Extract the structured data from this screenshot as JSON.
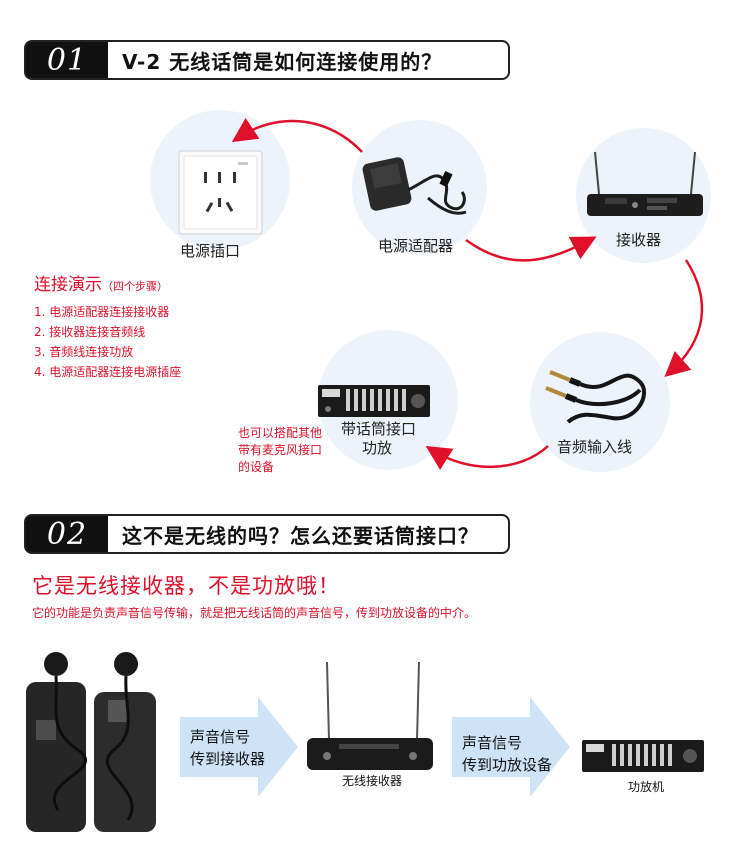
{
  "section1": {
    "number": "01",
    "title": "V-2 无线话筒是如何连接使用的？"
  },
  "nodes": {
    "outlet": "电源插口",
    "adapter": "电源适配器",
    "receiver": "接收器",
    "audio_cable": "音频输入线",
    "amplifier_line1": "带话筒接口",
    "amplifier_line2": "功放"
  },
  "demo": {
    "title": "连接演示",
    "subtitle": "（四个步骤）",
    "steps": [
      "1. 电源适配器连接接收器",
      "2. 接收器连接音频线",
      "3. 音频线连接功放",
      "4. 电源适配器连接电源插座"
    ]
  },
  "note": {
    "lines": [
      "也可以搭配其他",
      "带有麦克风接口",
      "的设备"
    ]
  },
  "section2": {
    "number": "02",
    "title": "这不是无线的吗？怎么还要话筒接口？"
  },
  "answer": {
    "headline": "它是无线接收器，不是功放哦！",
    "detail": "它的功能是负责声音信号传输，就是把无线话筒的声音信号，传到功放设备的中介。"
  },
  "flow": {
    "step1_line1": "声音信号",
    "step1_line2": "传到接收器",
    "receiver_label": "无线接收器",
    "step2_line1": "声音信号",
    "step2_line2": "传到功放设备",
    "amplifier_label": "功放机"
  },
  "colors": {
    "accent_red": "#e0102a",
    "circle_blue": "#ecf3fb",
    "arrow_blue": "#cfe3f7"
  }
}
